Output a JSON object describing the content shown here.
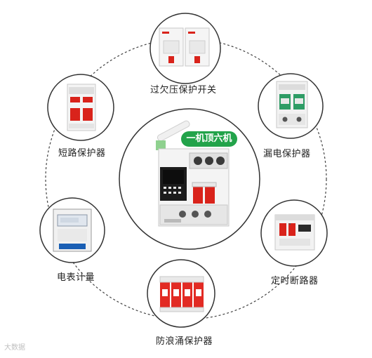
{
  "center": {
    "badge": "一机顶六机"
  },
  "nodes": [
    {
      "id": "overunder",
      "label": "过欠压保护开关",
      "icon": "dual-breaker-icon"
    },
    {
      "id": "leakage",
      "label": "漏电保护器",
      "icon": "leakage-breaker-icon"
    },
    {
      "id": "timer",
      "label": "定时断路器",
      "icon": "timer-breaker-icon"
    },
    {
      "id": "surge",
      "label": "防浪涌保护器",
      "icon": "surge-protector-icon"
    },
    {
      "id": "meter",
      "label": "电表计量",
      "icon": "energy-meter-icon"
    },
    {
      "id": "short",
      "label": "短路保护器",
      "icon": "mcb-icon"
    }
  ],
  "watermark": "大数据"
}
